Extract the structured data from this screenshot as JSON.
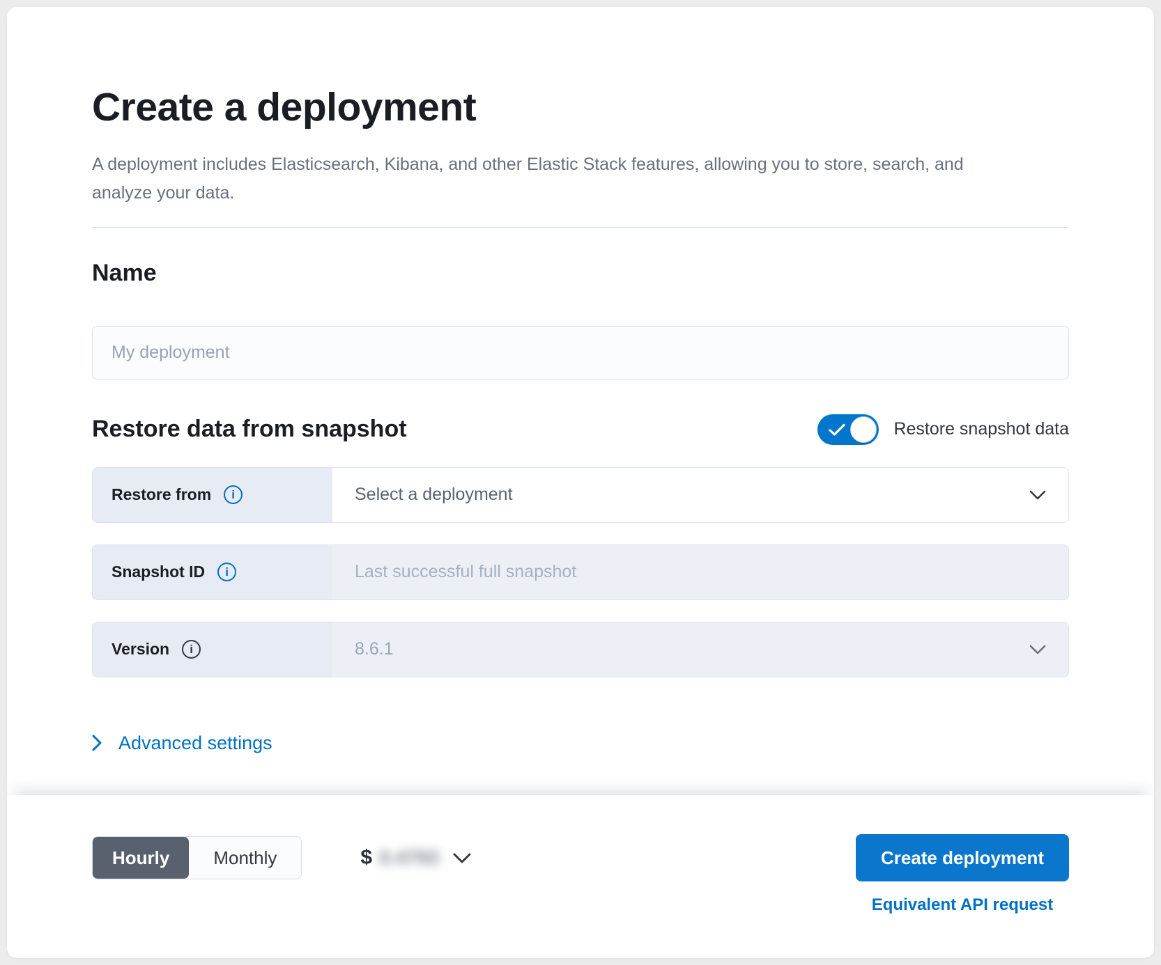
{
  "colors": {
    "accent_blue": "#0071c2",
    "primary_button_blue": "#0b77cc",
    "toggle_on_blue": "#0077cc",
    "selected_segment_gray": "#5a616e",
    "row_label_bg": "#e7ebf3",
    "disabled_control_bg": "#ecf0f6"
  },
  "header": {
    "title": "Create a deployment",
    "subtitle": "A deployment includes Elasticsearch, Kibana, and other Elastic Stack features, allowing you to store, search, and analyze your data."
  },
  "name_section": {
    "heading": "Name",
    "placeholder": "My deployment"
  },
  "restore_section": {
    "heading": "Restore data from snapshot",
    "toggle": {
      "label": "Restore snapshot data",
      "state": "on",
      "icon": "check-icon"
    },
    "rows": [
      {
        "label": "Restore from",
        "icon": "info-icon",
        "value": "Select a deployment",
        "control": "select",
        "disabled": false
      },
      {
        "label": "Snapshot ID",
        "icon": "info-icon",
        "placeholder": "Last successful full snapshot",
        "control": "text-input",
        "disabled": true
      },
      {
        "label": "Version",
        "icon": "info-icon",
        "value": "8.6.1",
        "control": "select",
        "disabled": true
      }
    ],
    "advanced_link": {
      "label": "Advanced settings",
      "icon": "chevron-right-icon"
    }
  },
  "footer": {
    "billing_period": {
      "options": [
        "Hourly",
        "Monthly"
      ],
      "selected": "Hourly"
    },
    "price": {
      "currency": "$",
      "amount_blurred": "0.4793",
      "icon": "chevron-down-icon"
    },
    "create_button_label": "Create deployment",
    "api_link_label": "Equivalent API request"
  }
}
